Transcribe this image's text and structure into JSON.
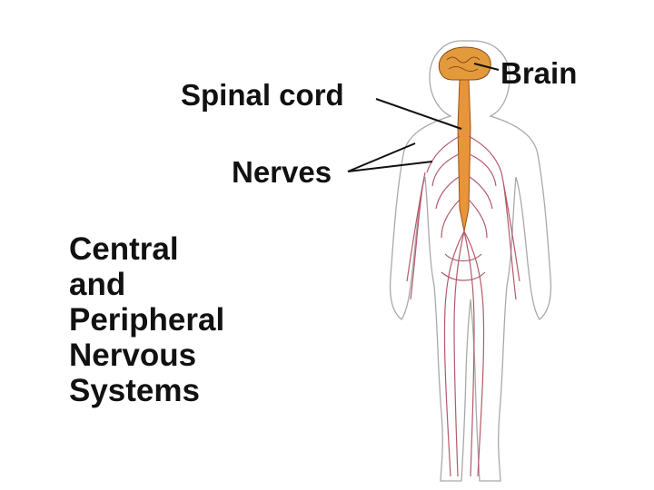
{
  "labels": {
    "brain": "Brain",
    "spinal_cord": "Spinal cord",
    "nerves": "Nerves"
  },
  "title_lines": [
    "Central",
    "and",
    "Peripheral",
    "Nervous",
    "Systems"
  ],
  "colors": {
    "text": "#111111",
    "nerve": "#b35a6a",
    "body_outline": "#a9a9a9",
    "brain": "#e29a3c",
    "spinal_cord": "#e8943a",
    "background": "#ffffff"
  }
}
